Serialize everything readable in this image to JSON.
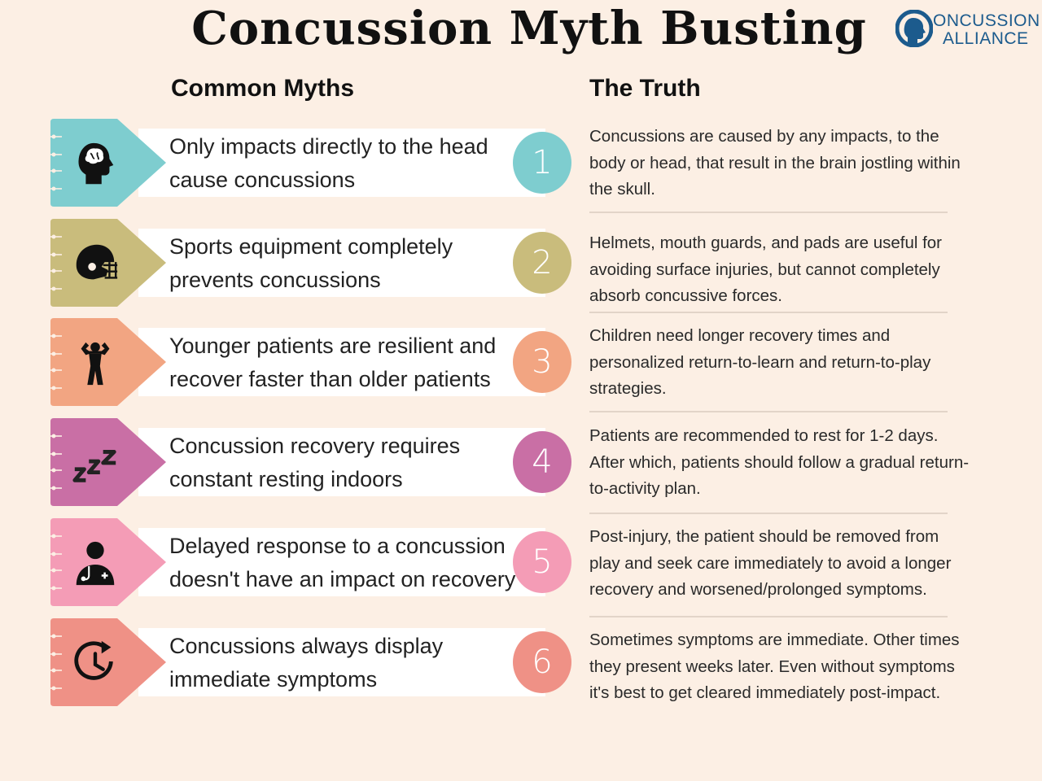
{
  "title": "Concussion Myth Busting",
  "logo": {
    "line1": "ONCUSSION",
    "line2": "ALLIANCE",
    "accent": "#1c5b8d"
  },
  "headers": {
    "myths": "Common Myths",
    "truth": "The Truth"
  },
  "rows": [
    {
      "number": "1",
      "myth": "Only impacts directly to the head cause concussions",
      "truth": "Concussions are caused by any impacts, to the body or head, that result in the brain jostling within the skull.",
      "color": "#7ecdcf",
      "icon": "head-brain-icon"
    },
    {
      "number": "2",
      "myth": "Sports equipment completely prevents concussions",
      "truth": "Helmets, mouth guards, and pads are useful for avoiding surface injuries, but cannot completely absorb concussive forces.",
      "color": "#c9bc7c",
      "icon": "football-helmet-icon"
    },
    {
      "number": "3",
      "myth": "Younger patients are resilient and recover faster than older patients",
      "truth": "Children need longer recovery times and personalized return-to-learn and return-to-play strategies.",
      "color": "#f2a582",
      "icon": "strongman-icon"
    },
    {
      "number": "4",
      "myth": "Concussion recovery requires constant resting indoors",
      "truth": "Patients are recommended to rest for 1-2 days. After which, patients should follow a gradual return-to-activity plan.",
      "color": "#c96fa5",
      "icon": "sleep-zzz-icon"
    },
    {
      "number": "5",
      "myth": "Delayed response to a concussion doesn't have an impact on recovery",
      "truth": "Post-injury, the patient should be removed from play and seek care immediately to avoid a longer recovery and worsened/prolonged symptoms.",
      "color": "#f49cb6",
      "icon": "doctor-icon"
    },
    {
      "number": "6",
      "myth": "Concussions always display immediate symptoms",
      "truth": "Sometimes symptoms are immediate. Other times they present weeks later. Even without symptoms it's best to get cleared immediately post-impact.",
      "color": "#ef9186",
      "icon": "clock-refresh-icon"
    }
  ]
}
